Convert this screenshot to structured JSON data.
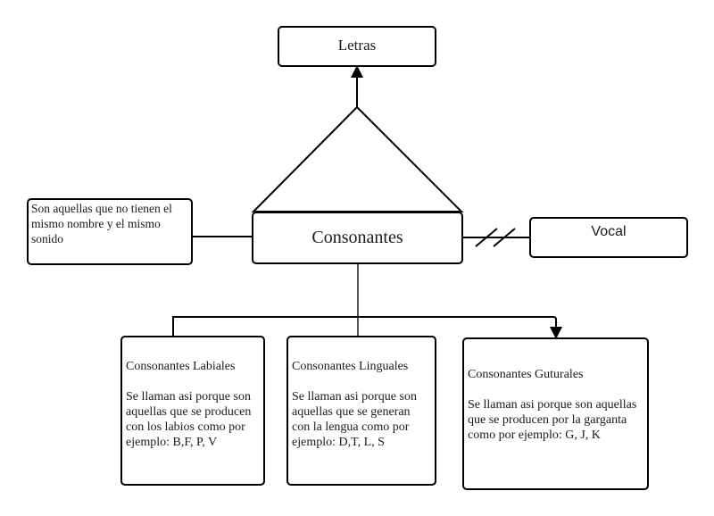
{
  "diagram": {
    "top_node": {
      "label": "Letras"
    },
    "center_node": {
      "label": "Consonantes"
    },
    "right_node": {
      "label": "Vocal"
    },
    "definition_node": {
      "text": "Son aquellas que no tienen el mismo nombre y el mismo sonido"
    },
    "categories": [
      {
        "title": "Consonantes Labiales",
        "description": "Se llaman asi porque son aquellas que se producen con los labios como por ejemplo: B,F, P, V"
      },
      {
        "title": "Consonantes Linguales",
        "description": "Se llaman asi porque son aquellas que se generan con la lengua como por ejemplo: D,T, L, S"
      },
      {
        "title": "Consonantes Guturales",
        "description": "Se llaman asi porque son aquellas que se producen por la garganta como por ejemplo: G, J, K"
      }
    ]
  }
}
